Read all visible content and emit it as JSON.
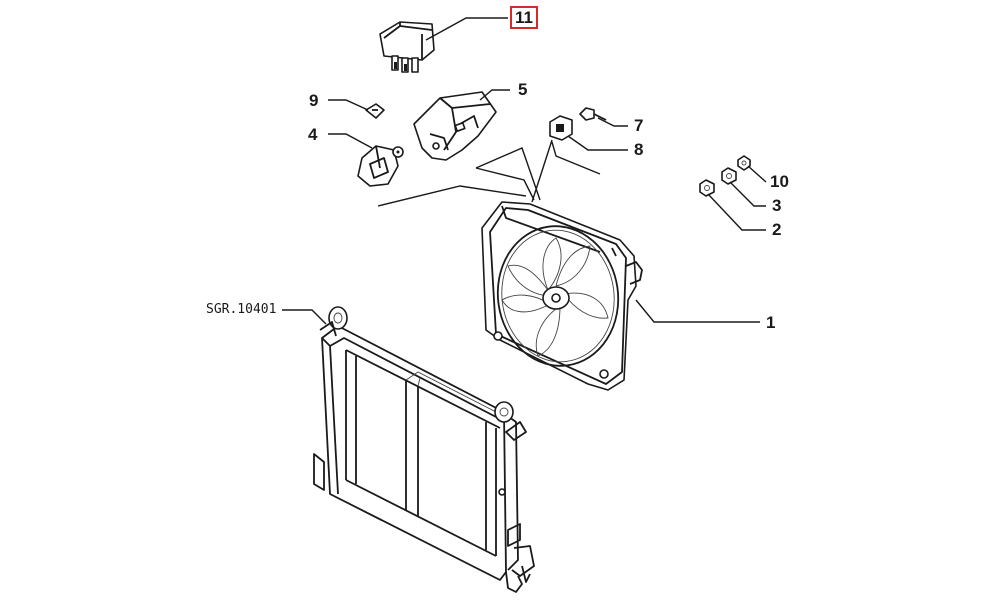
{
  "callouts": {
    "c11": "11",
    "c9": "9",
    "c5": "5",
    "c4": "4",
    "c7": "7",
    "c8": "8",
    "c10": "10",
    "c3": "3",
    "c2": "2",
    "c1": "1"
  },
  "reference": "SGR.10401",
  "highlight_color": "#d42a2a"
}
